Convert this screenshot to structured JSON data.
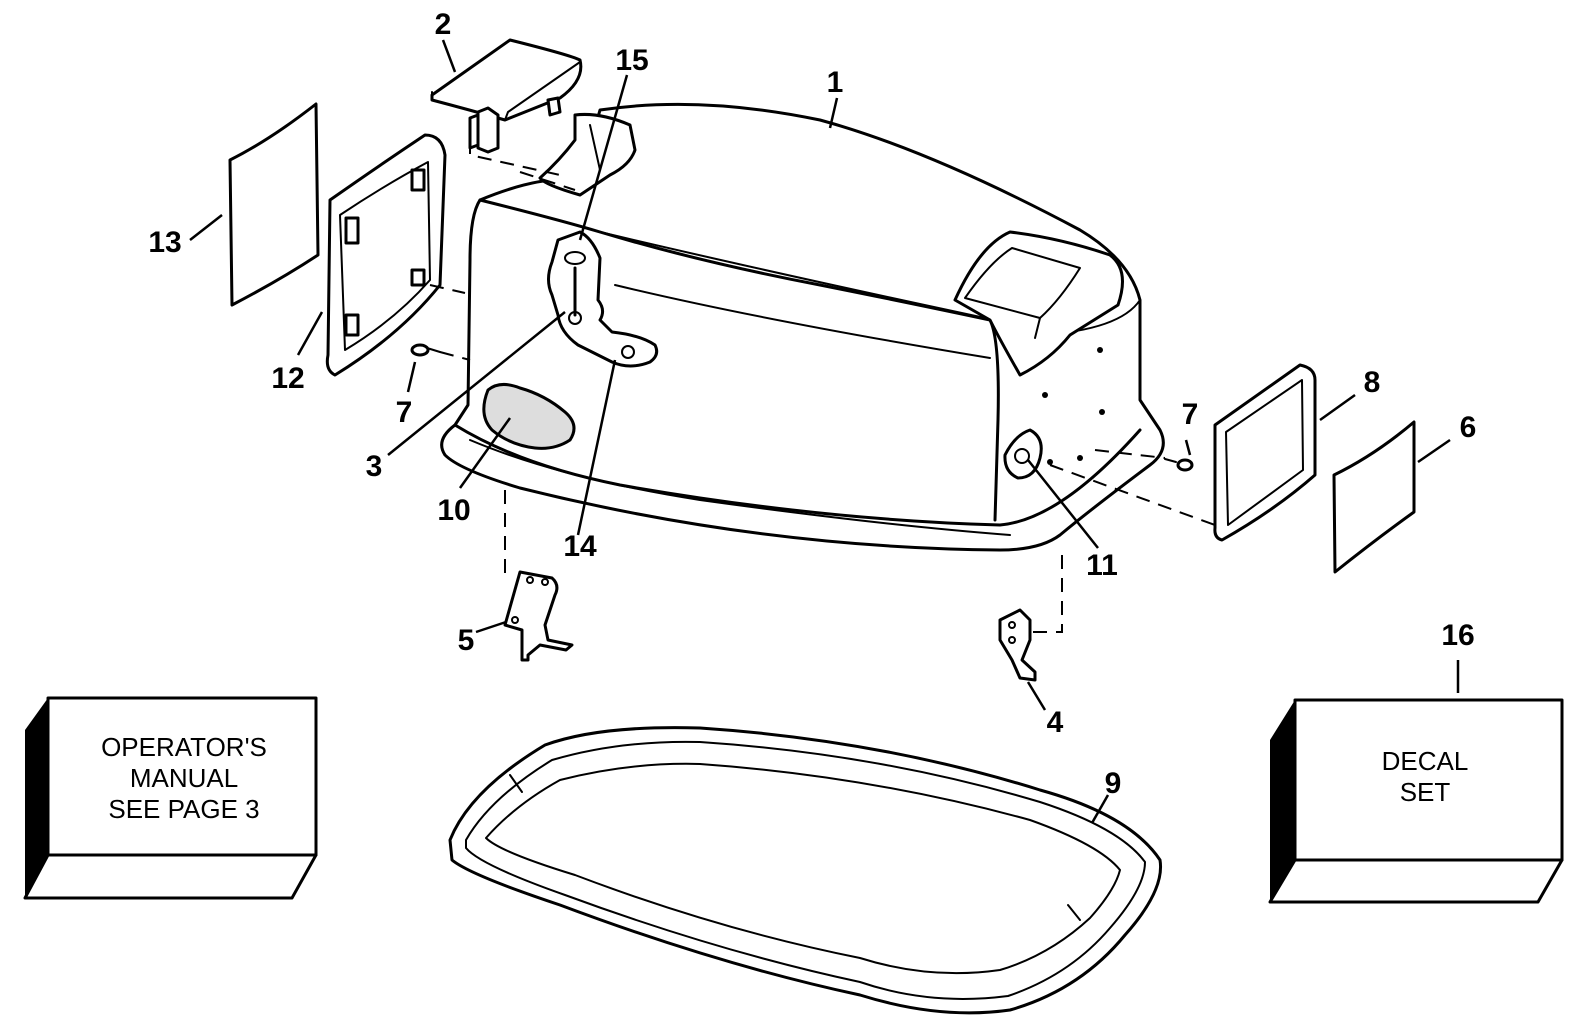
{
  "callouts": {
    "c1": "1",
    "c2": "2",
    "c3": "3",
    "c4": "4",
    "c5": "5",
    "c6": "6",
    "c7a": "7",
    "c7b": "7",
    "c8": "8",
    "c9": "9",
    "c10": "10",
    "c11": "11",
    "c12": "12",
    "c13": "13",
    "c14": "14",
    "c15": "15",
    "c16": "16"
  },
  "manual_box": {
    "line1": "OPERATOR'S",
    "line2": "MANUAL",
    "line3": "SEE PAGE 3"
  },
  "decal_box": {
    "line1": "DECAL",
    "line2": "SET"
  }
}
